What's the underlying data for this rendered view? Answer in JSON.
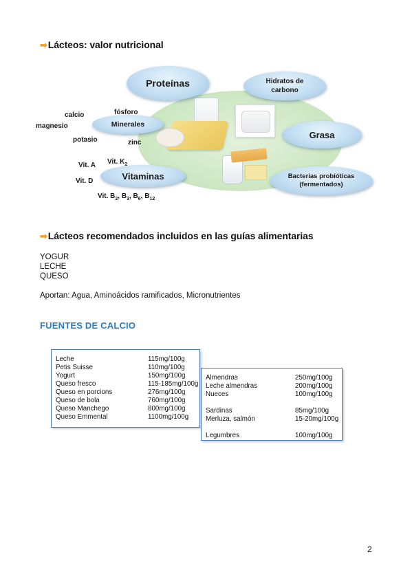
{
  "section1": {
    "arrow": "➡",
    "title": "Lácteos: valor nutricional"
  },
  "diagram": {
    "proteinas": "Proteínas",
    "hidratos_line1": "Hidratos de",
    "hidratos_line2": "carbono",
    "grasa": "Grasa",
    "bacterias_line1": "Bacterias probióticas",
    "bacterias_line2": "(fermentados)",
    "minerales": "Minerales",
    "vitaminas": "Vitaminas",
    "minerals": {
      "calcio": "calcio",
      "fosforo": "fósforo",
      "magnesio": "magnesio",
      "potasio": "potasio",
      "zinc": "zinc"
    },
    "vitamins": {
      "vit_a": "Vit. A",
      "vit_d": "Vit. D",
      "vit_k": "Vit. K",
      "vit_k_sub": "2",
      "vit_b_prefix": "Vit. B",
      "b2": "2",
      "b3": "3",
      "b6": "6",
      "b12": "12",
      "sep": ", B"
    }
  },
  "section2": {
    "arrow": "➡",
    "title": "Lácteos recomendados incluidos en las guías alimentarias",
    "items": [
      "YOGUR",
      "LECHE",
      "QUESO"
    ],
    "aportan": "Aportan: Agua, Aminoácidos ramificados, Micronutrientes"
  },
  "calcio": {
    "title": "FUENTES DE CALCIO",
    "table1": [
      {
        "name": "Leche",
        "value": "115mg/100g"
      },
      {
        "name": "Petis Suisse",
        "value": "110mg/100g"
      },
      {
        "name": "Yogurt",
        "value": "150mg/100g"
      },
      {
        "name": "Queso fresco",
        "value": "115-185mg/100g"
      },
      {
        "name": "Queso en porcions",
        "value": "276mg/100g"
      },
      {
        "name": "Queso de bola",
        "value": "760mg/100g"
      },
      {
        "name": "Queso Manchego",
        "value": "800mg/100g"
      },
      {
        "name": "Queso Emmental",
        "value": "1100mg/100g"
      }
    ],
    "table2": [
      {
        "name": "Almendras",
        "value": "250mg/100g"
      },
      {
        "name": "Leche almendras",
        "value": "200mg/100g"
      },
      {
        "name": "Nueces",
        "value": "100mg/100g"
      },
      {
        "name": "",
        "value": ""
      },
      {
        "name": "Sardinas",
        "value": "85mg/100g"
      },
      {
        "name": "Merluza, salmón",
        "value": "15-20mg/100g"
      },
      {
        "name": "",
        "value": ""
      },
      {
        "name": "Legumbres",
        "value": "100mg/100g"
      }
    ]
  },
  "page_number": "2"
}
